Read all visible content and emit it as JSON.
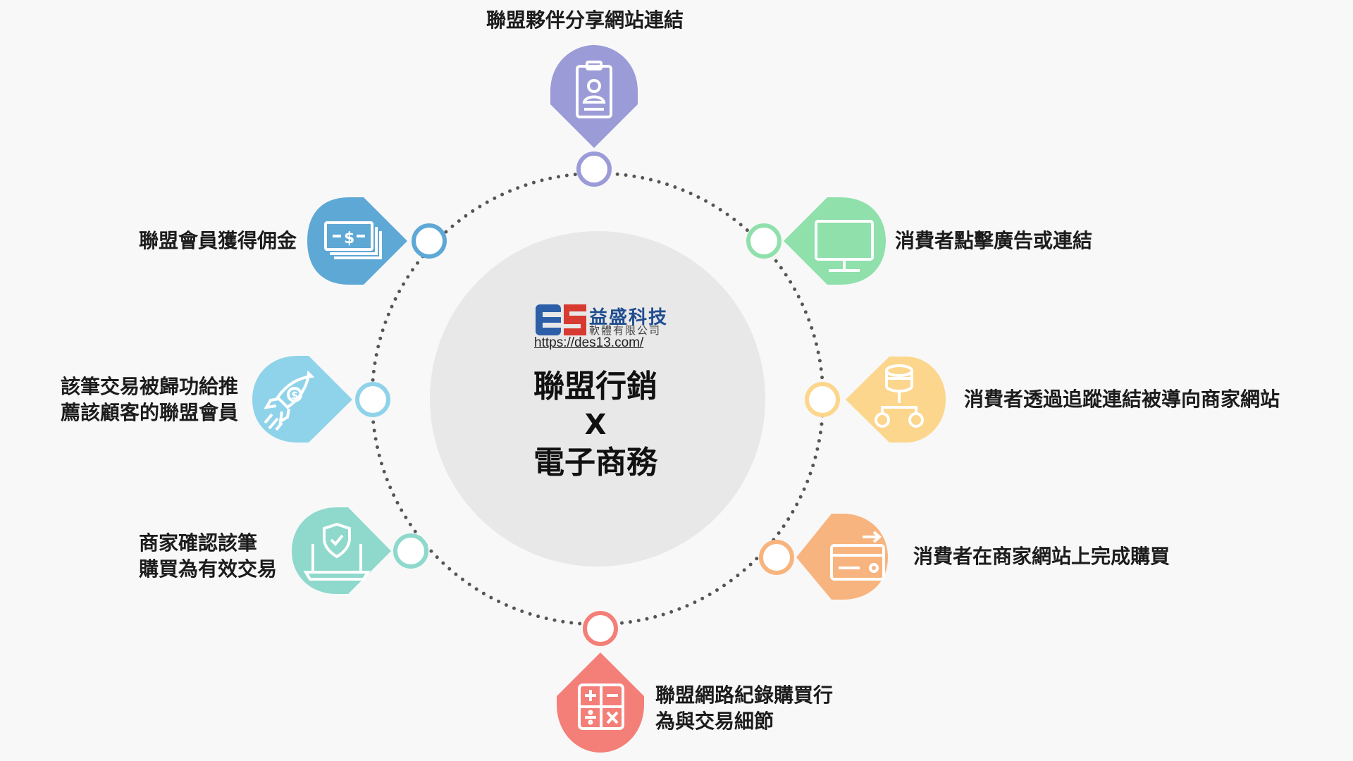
{
  "center": {
    "title_line1": "聯盟行銷",
    "cross": "X",
    "title_line2": "電子商務",
    "logo_chinese": "益盛科技",
    "logo_sub": "軟體有限公司",
    "logo_url": "https://des13.com/"
  },
  "steps": [
    {
      "id": "share-link",
      "label": "聯盟夥伴分享網站連結",
      "color": "#9b9bd8",
      "icon": "id-badge-icon"
    },
    {
      "id": "click-ad",
      "label": "消費者點擊廣告或連結",
      "color": "#90e0ac",
      "icon": "monitor-icon"
    },
    {
      "id": "redirect",
      "label": "消費者透過追蹤連結被導向商家網站",
      "color": "#fbd68c",
      "icon": "network-icon"
    },
    {
      "id": "purchase",
      "label": "消費者在商家網站上完成購買",
      "color": "#f8b47e",
      "icon": "credit-card-icon"
    },
    {
      "id": "record",
      "label": "聯盟網路紀錄購買行\n為與交易細節",
      "color": "#f47f78",
      "icon": "calculator-icon"
    },
    {
      "id": "confirm",
      "label": "商家確認該筆\n購買為有效交易",
      "color": "#8ed9cc",
      "icon": "laptop-shield-icon"
    },
    {
      "id": "attribute",
      "label": "該筆交易被歸功給推\n薦該顧客的聯盟會員",
      "color": "#8fd3ea",
      "icon": "rocket-icon"
    },
    {
      "id": "commission",
      "label": "聯盟會員獲得佣金",
      "color": "#5ea8d6",
      "icon": "money-icon"
    }
  ]
}
